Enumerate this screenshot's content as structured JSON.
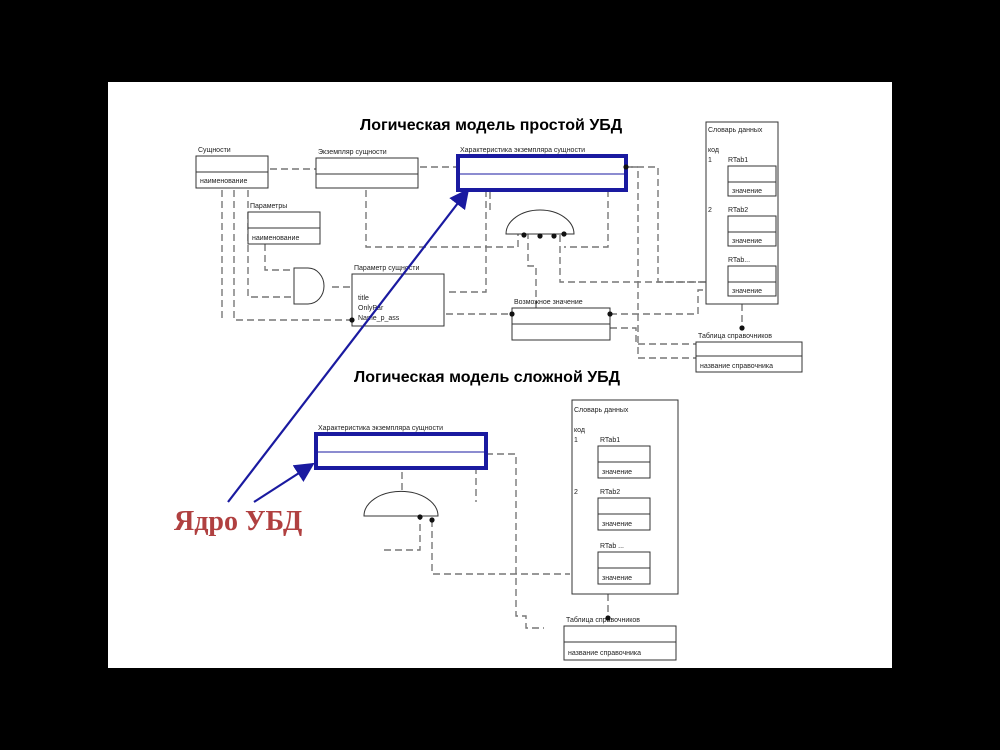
{
  "simple": {
    "title": "Логическая модель простой УБД",
    "entities": "Сущности",
    "entities_attr": "наименование",
    "instance": "Экземпляр сущности",
    "characteristic": "Характеристика экземпляра сущности",
    "parameters": "Параметры",
    "parameters_attr": "наименование",
    "param_entity": "Параметр сущности",
    "param_attr_1": "title",
    "param_attr_2": "OnlyPar",
    "param_attr_3": "Name_p_ass",
    "possible_value": "Возможное значение",
    "dictionary": "Словарь данных",
    "dict_code": "код",
    "dict_row_1": "1",
    "dict_row_2": "2",
    "rtab1": "RTab1",
    "rtab2": "RTab2",
    "rtab3": "RTab...",
    "value_label": "значение",
    "ref_table": "Таблица справочников",
    "ref_table_attr": "название справочника"
  },
  "complex": {
    "title": "Логическая модель сложной УБД",
    "characteristic": "Характеристика экземпляра сущности",
    "dictionary": "Словарь данных",
    "dict_code": "код",
    "dict_row_1": "1",
    "dict_row_2": "2",
    "rtab1": "RTab1",
    "rtab2": "RTab2",
    "rtab3": "RTab ...",
    "value_label": "значение",
    "ref_table": "Таблица справочников",
    "ref_table_attr": "название справочника"
  },
  "core_label": "Ядро УБД",
  "colors": {
    "core": "#1a1aa0",
    "core_label": "#b04040",
    "background": "#000000"
  }
}
